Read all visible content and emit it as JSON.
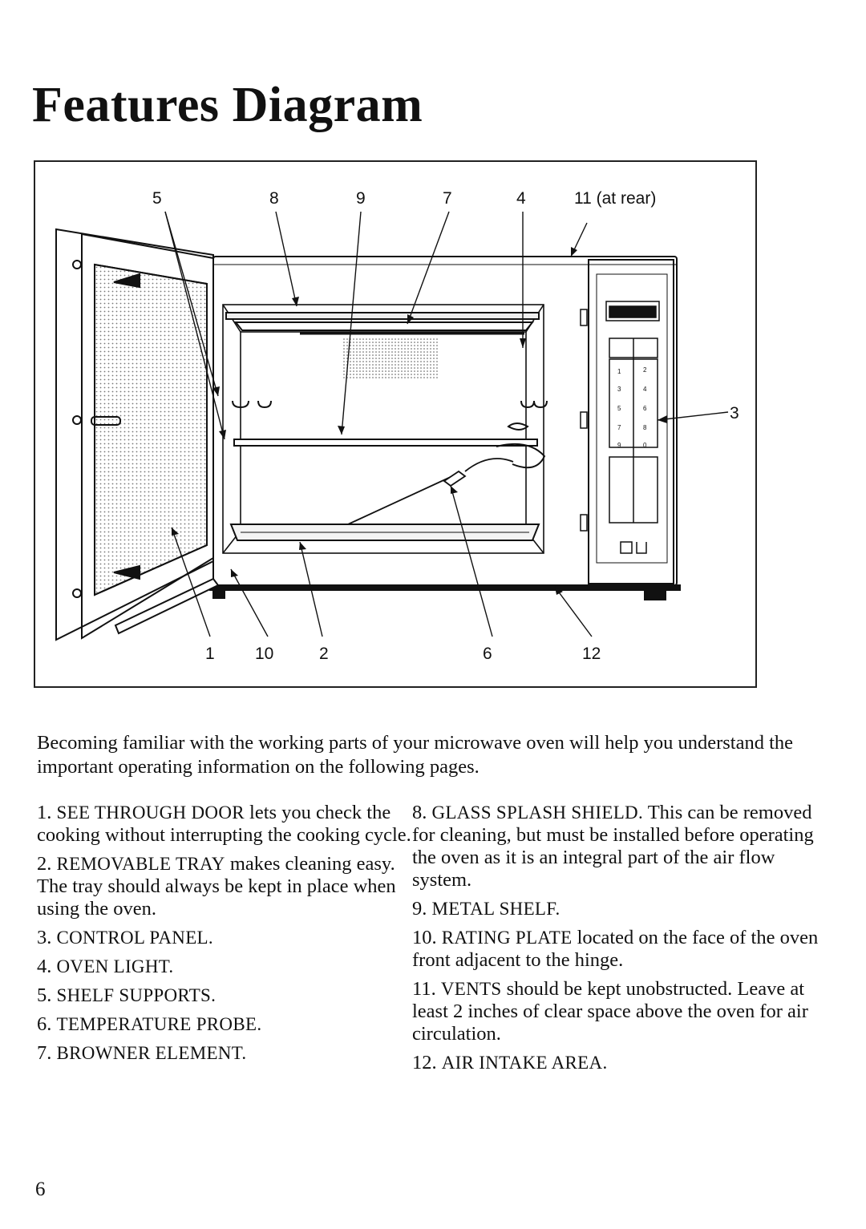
{
  "page": {
    "title": "Features Diagram",
    "page_number": "6"
  },
  "diagram": {
    "top_labels": [
      "5",
      "8",
      "9",
      "7",
      "4",
      "11 (at rear)"
    ],
    "side_label": "3",
    "bottom_labels": [
      "1",
      "10",
      "2",
      "6",
      "12"
    ],
    "keypad_digits": [
      "1",
      "2",
      "3",
      "4",
      "5",
      "6",
      "7",
      "8",
      "9",
      "0"
    ]
  },
  "intro": "Becoming familiar with the working parts of your microwave oven will help you understand the important operating information on the following pages.",
  "features": [
    {
      "num": "1.",
      "name": "SEE THROUGH DOOR",
      "desc": " lets you check the cooking without interrupting the cooking cycle."
    },
    {
      "num": "2.",
      "name": "REMOVABLE TRAY",
      "desc": " makes cleaning easy. The tray should always be kept in place when using the oven."
    },
    {
      "num": "3.",
      "name": "CONTROL PANEL.",
      "desc": ""
    },
    {
      "num": "4.",
      "name": "OVEN LIGHT.",
      "desc": ""
    },
    {
      "num": "5.",
      "name": "SHELF SUPPORTS.",
      "desc": ""
    },
    {
      "num": "6.",
      "name": "TEMPERATURE PROBE.",
      "desc": ""
    },
    {
      "num": "7.",
      "name": "BROWNER ELEMENT.",
      "desc": ""
    },
    {
      "num": "8.",
      "name": "GLASS SPLASH SHIELD.",
      "desc": " This can be removed for cleaning, but must be installed before operating the oven as it is an integral part of the air flow system."
    },
    {
      "num": "9.",
      "name": "METAL SHELF.",
      "desc": ""
    },
    {
      "num": "10.",
      "name": "RATING PLATE",
      "desc": " located on the face of the oven front adjacent to the hinge."
    },
    {
      "num": "11.",
      "name": "VENTS",
      "desc": " should be kept unobstructed. Leave at least 2 inches of clear space above the oven for air circulation."
    },
    {
      "num": "12.",
      "name": "AIR INTAKE AREA.",
      "desc": ""
    }
  ]
}
